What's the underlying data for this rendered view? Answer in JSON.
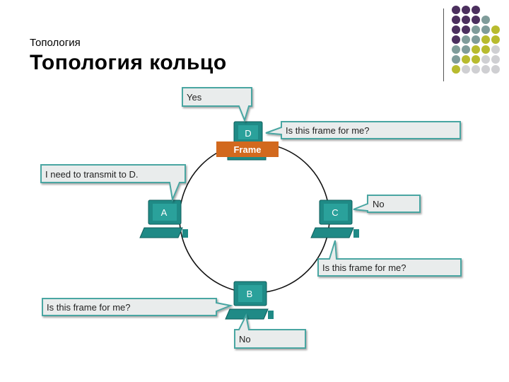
{
  "slide": {
    "small_title": "Топология",
    "big_title": "Топология кольцо"
  },
  "palette": {
    "purple": "#4b2f5e",
    "teal": "#7f9c9a",
    "olive": "#b8bb2e",
    "grey": "#cfcfd2",
    "pc_body": "#1f8a86",
    "frame_orange": "#d2691e",
    "callout_fill": "#e9ecec",
    "callout_border": "#4aa6a2"
  },
  "diagram": {
    "frame_label": "Frame",
    "nodes": {
      "a": "A",
      "b": "B",
      "c": "C",
      "d": "D"
    },
    "callouts": {
      "yes": "Yes",
      "d_question": "Is this frame for me?",
      "a_transmit": "I need to transmit to D.",
      "c_no": "No",
      "c_question": "Is this frame for me?",
      "b_question": "Is this frame for me?",
      "b_no": "No"
    }
  }
}
